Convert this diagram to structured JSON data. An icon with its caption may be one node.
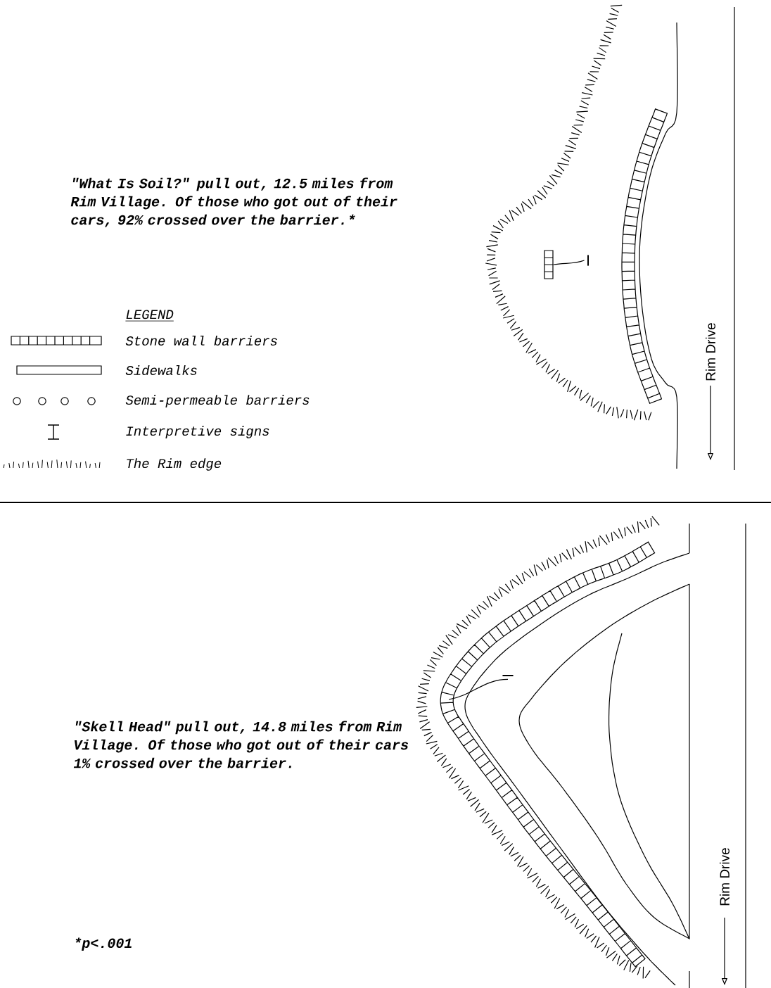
{
  "diagram": {
    "nodes": [
      {
        "text": [
          "I"
        ]
      },
      {
        "text": [],
        "shape": "box"
      },
      {
        "text": [
          "I"
        ]
      }
    ],
    "edges": [
      {
        "from": 0,
        "to": 1,
        "arrow": "none"
      },
      {
        "from": 2,
        "to": null,
        "arrow": "none"
      }
    ],
    "labels": [
      "\"What Is Soil?\" pull out, 12.5 miles from Rim Village.  Of those who got out of their cars, 92% crossed over the barrier.*",
      "LEGEND",
      "Rim Drive",
      "\"Skell Head\" pull out, 14.8 miles from Rim Village.  Of those who got out of their cars 1% crossed over the barrier.",
      "Rim Drive",
      "*p<.001"
    ],
    "legend": [
      {
        "text": "Stone wall barriers"
      },
      {
        "text": "Sidewalks"
      },
      {
        "text": "Semi-permeable barriers"
      },
      {
        "text": "Interpretive signs"
      },
      {
        "text": "The Rim edge"
      }
    ]
  }
}
